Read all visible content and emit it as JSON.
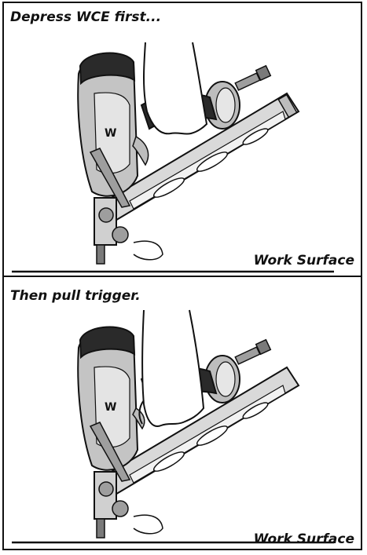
{
  "figure": {
    "step_one": {
      "caption": "Depress WCE first...",
      "surface_label": "Work Surface"
    },
    "step_two": {
      "caption": "Then pull trigger.",
      "surface_label": "Work Surface"
    }
  },
  "colors": {
    "ink": "#111111",
    "tool_body": "#bdbdbd",
    "tool_dark": "#2a2a2a",
    "magazine": "#d9d9d9"
  }
}
